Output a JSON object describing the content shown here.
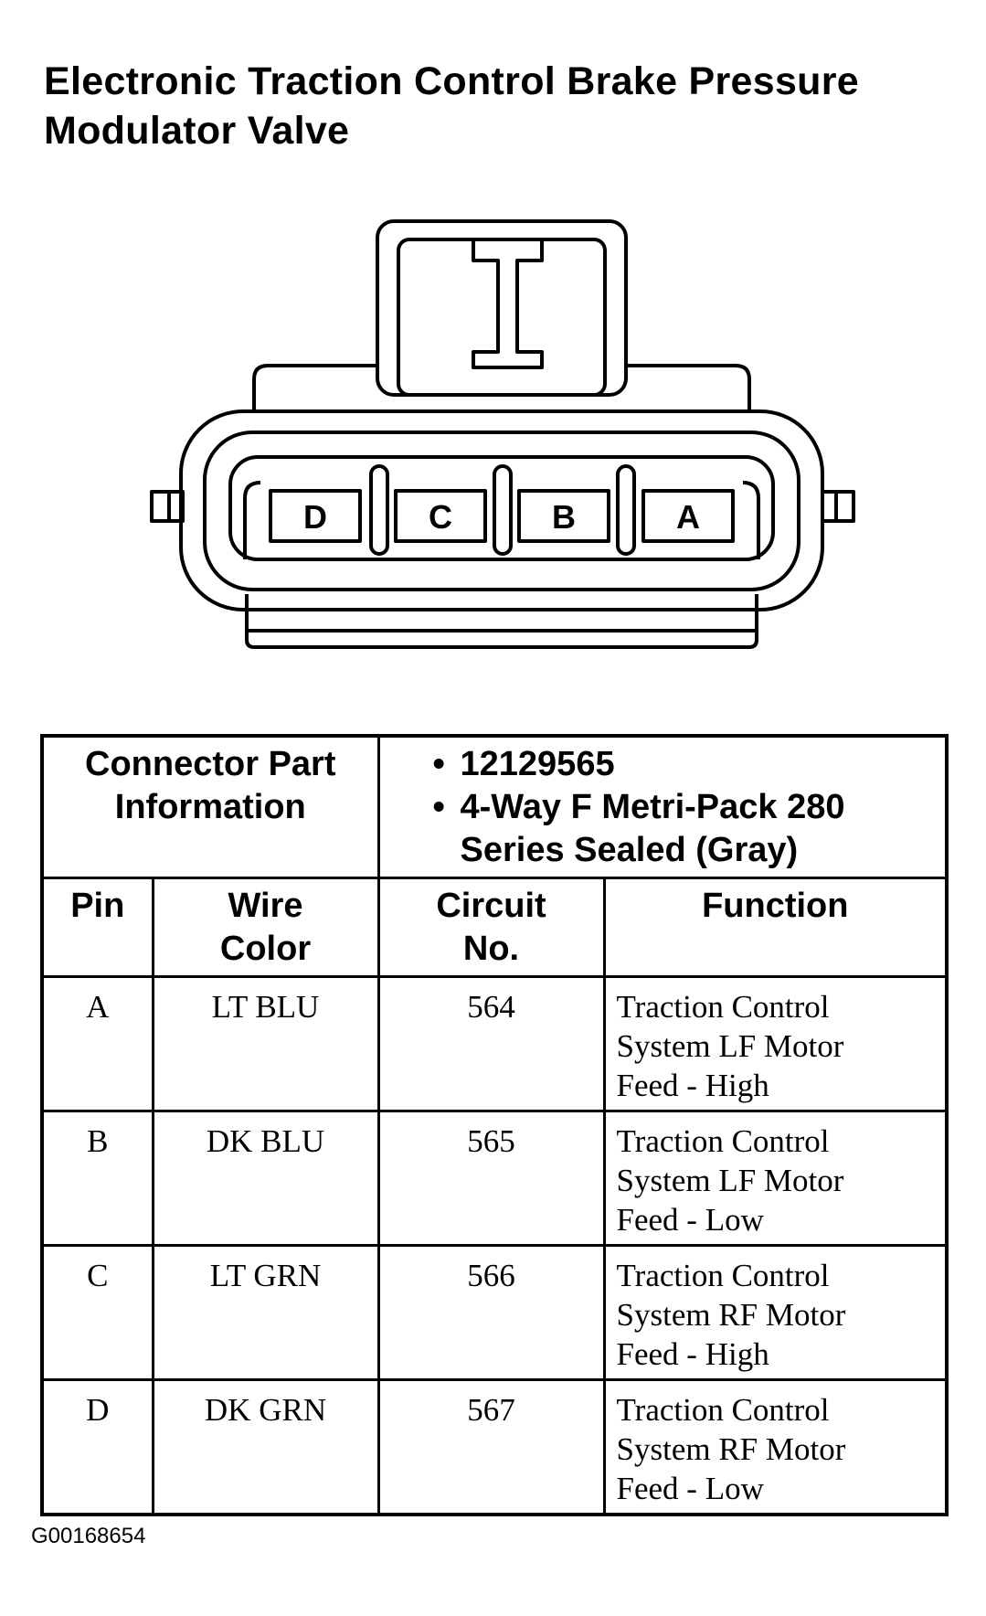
{
  "title_line1": "Electronic Traction Control Brake Pressure",
  "title_line2": "Modulator Valve",
  "connector": {
    "pins": [
      "D",
      "C",
      "B",
      "A"
    ]
  },
  "table": {
    "part_info_label_line1": "Connector Part",
    "part_info_label_line2": "Information",
    "part_number": "12129565",
    "part_desc_line1": "4-Way F Metri-Pack 280",
    "part_desc_line2": "Series Sealed (Gray)",
    "headers": {
      "pin": "Pin",
      "wire_line1": "Wire",
      "wire_line2": "Color",
      "circuit_line1": "Circuit",
      "circuit_line2": "No.",
      "function": "Function"
    },
    "rows": [
      {
        "pin": "A",
        "wire": "LT BLU",
        "circuit": "564",
        "f1": "Traction Control",
        "f2": "System LF Motor",
        "f3": "Feed - High"
      },
      {
        "pin": "B",
        "wire": "DK BLU",
        "circuit": "565",
        "f1": "Traction Control",
        "f2": "System LF Motor",
        "f3": "Feed - Low"
      },
      {
        "pin": "C",
        "wire": "LT GRN",
        "circuit": "566",
        "f1": "Traction Control",
        "f2": "System RF Motor",
        "f3": "Feed - High"
      },
      {
        "pin": "D",
        "wire": "DK GRN",
        "circuit": "567",
        "f1": "Traction Control",
        "f2": "System RF Motor",
        "f3": "Feed - Low"
      }
    ]
  },
  "figure_code": "G00168654"
}
